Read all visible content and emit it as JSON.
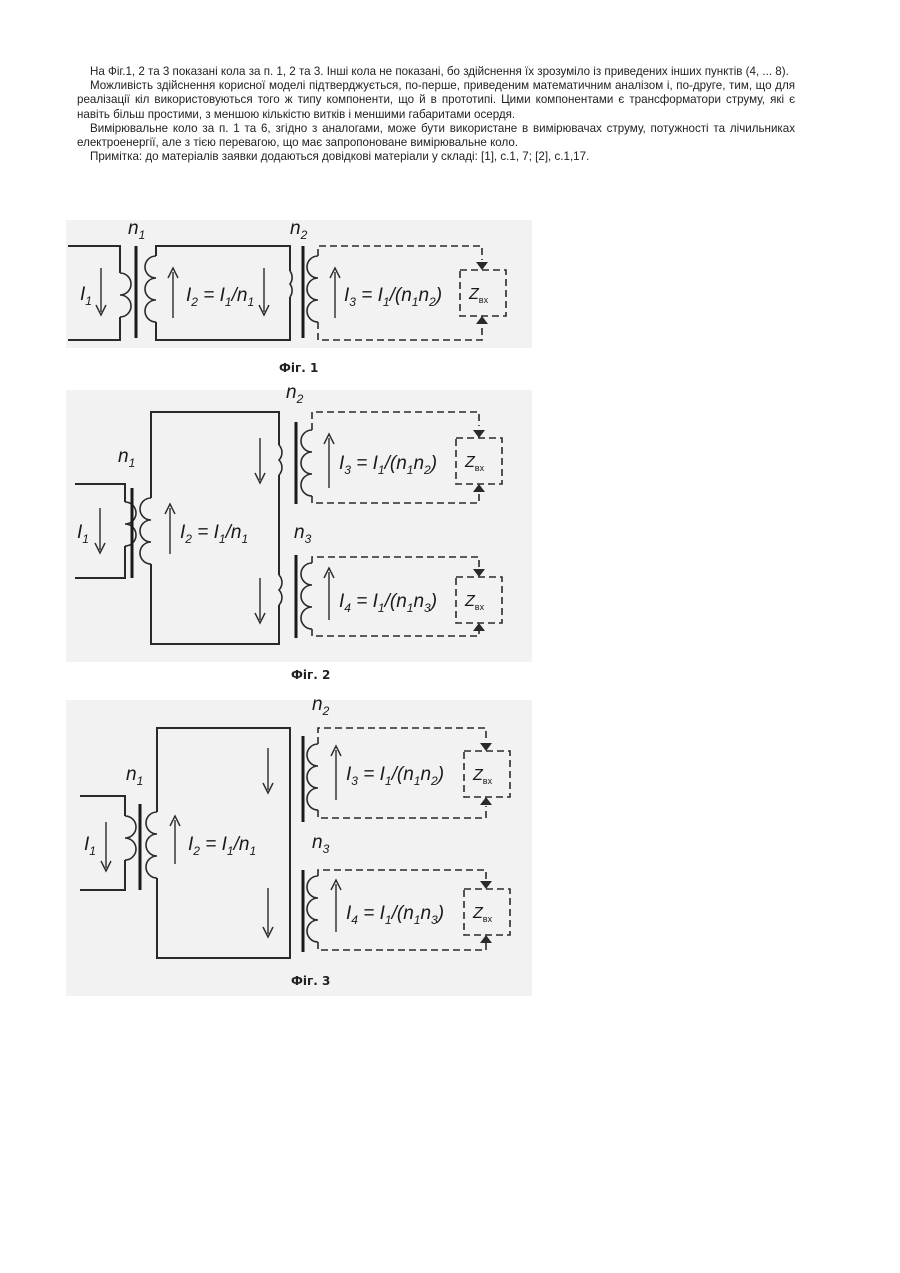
{
  "paragraphs": [
    "На Фіг.1, 2 та 3 показані кола за п. 1, 2 та 3. Інші кола не показані, бо здійснення їх зрозуміло із приведених інших пунктів (4, ... 8).",
    "Можливість здійснення корисної моделі підтверджується, по-перше, приведеним математичним аналізом і, по-друге, тим, що для реалізації кіл використовуються того ж типу компоненти, що й в прототипі. Цими компонентами є трансформатори струму, які є навіть більш простими, з меншою кількістю витків і меншими габаритами осердя.",
    "Вимірювальне коло за п. 1 та 6, згідно з аналогами, може бути використане в вимірювачах струму, потужності та лічильниках електроенергії, але з тією перевагою, що має запропоноване вимірювальне коло.",
    "Примітка: до матеріалів заявки додаються довідкові матеріали у складі: [1], с.1, 7; [2], с.1,17."
  ],
  "symbols": {
    "I": "I",
    "n": "n",
    "Z": "Z",
    "vx": "вх",
    "s1": "1",
    "s2": "2",
    "s3": "3",
    "s4": "4",
    "eq": " = ",
    "slash": "/",
    "slashp": "/(",
    "rp": ")"
  },
  "figures": [
    {
      "caption": "Фіг. 1"
    },
    {
      "caption": "Фіг. 2"
    },
    {
      "caption": "Фіг. 3"
    }
  ]
}
